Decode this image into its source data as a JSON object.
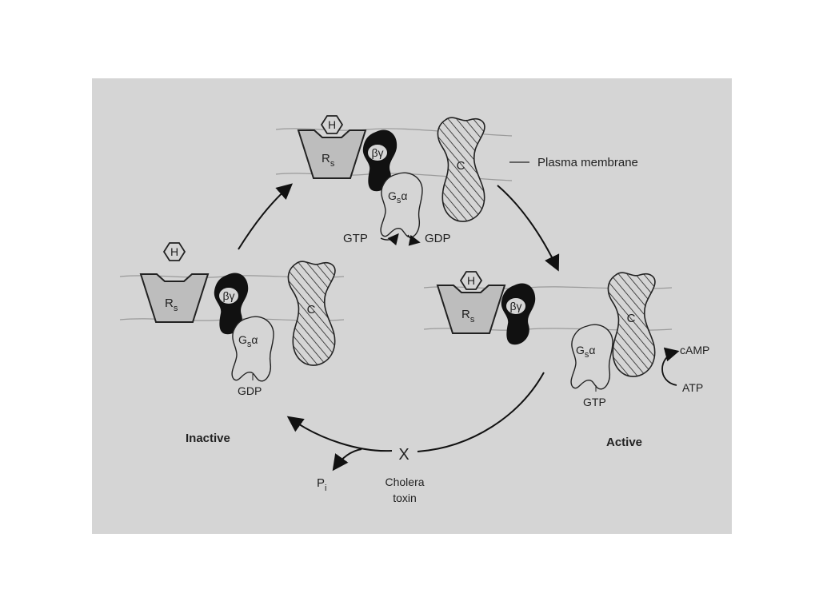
{
  "figure": {
    "membrane_label": "Plasma membrane",
    "states": {
      "inactive": "Inactive",
      "active": "Active"
    },
    "toxin": {
      "mark": "X",
      "line1": "Cholera",
      "line2": "toxin"
    },
    "phosphate": {
      "main": "P",
      "sub": "i"
    },
    "complexes": {
      "hormone": "H",
      "receptor": {
        "main": "R",
        "sub": "s"
      },
      "beta_gamma": "βγ",
      "g_alpha": {
        "main": "G",
        "sub": "s",
        "greek": "α"
      },
      "cyclase": "C"
    },
    "top": {
      "gtp": "GTP",
      "gdp": "GDP"
    },
    "left": {
      "gdp": "GDP"
    },
    "right": {
      "gtp": "GTP",
      "camp": "cAMP",
      "atp": "ATP"
    }
  },
  "colors": {
    "panel": "#d5d5d5",
    "ink": "#1a1a1a",
    "receptor_fill": "#bdbdbd"
  }
}
